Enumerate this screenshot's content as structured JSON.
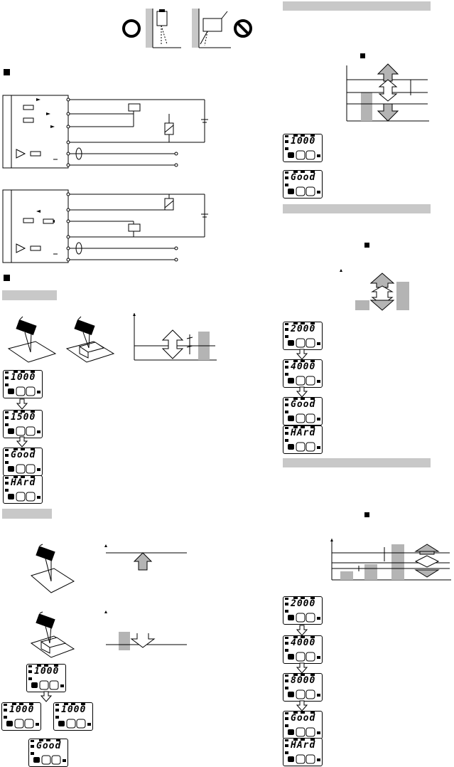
{
  "colors": {
    "bar": "#c8c8c8",
    "ink": "#000000",
    "arrow_fill": "#b4b4b4"
  },
  "icons": {
    "ok": "circle-ok-icon",
    "ng": "prohibited-icon",
    "heading_marker": "square-marker-icon"
  },
  "displays": {
    "right_top_1": "1000",
    "right_top_2": "Good",
    "right_mid_1": "2000",
    "right_mid_2": "4000",
    "right_mid_3": "Good",
    "right_mid_4": "HArd",
    "left_1": "1000",
    "left_2": "1500",
    "left_3": "Good",
    "left_4": "HArd",
    "left_low_1": "1000",
    "left_low_2a": "1000",
    "left_low_2b": "1000",
    "left_low_3": "Good",
    "right_low_1": "2000",
    "right_low_2": "4000",
    "right_low_3": "8000",
    "right_low_4": "Good",
    "right_low_5": "HArd"
  }
}
